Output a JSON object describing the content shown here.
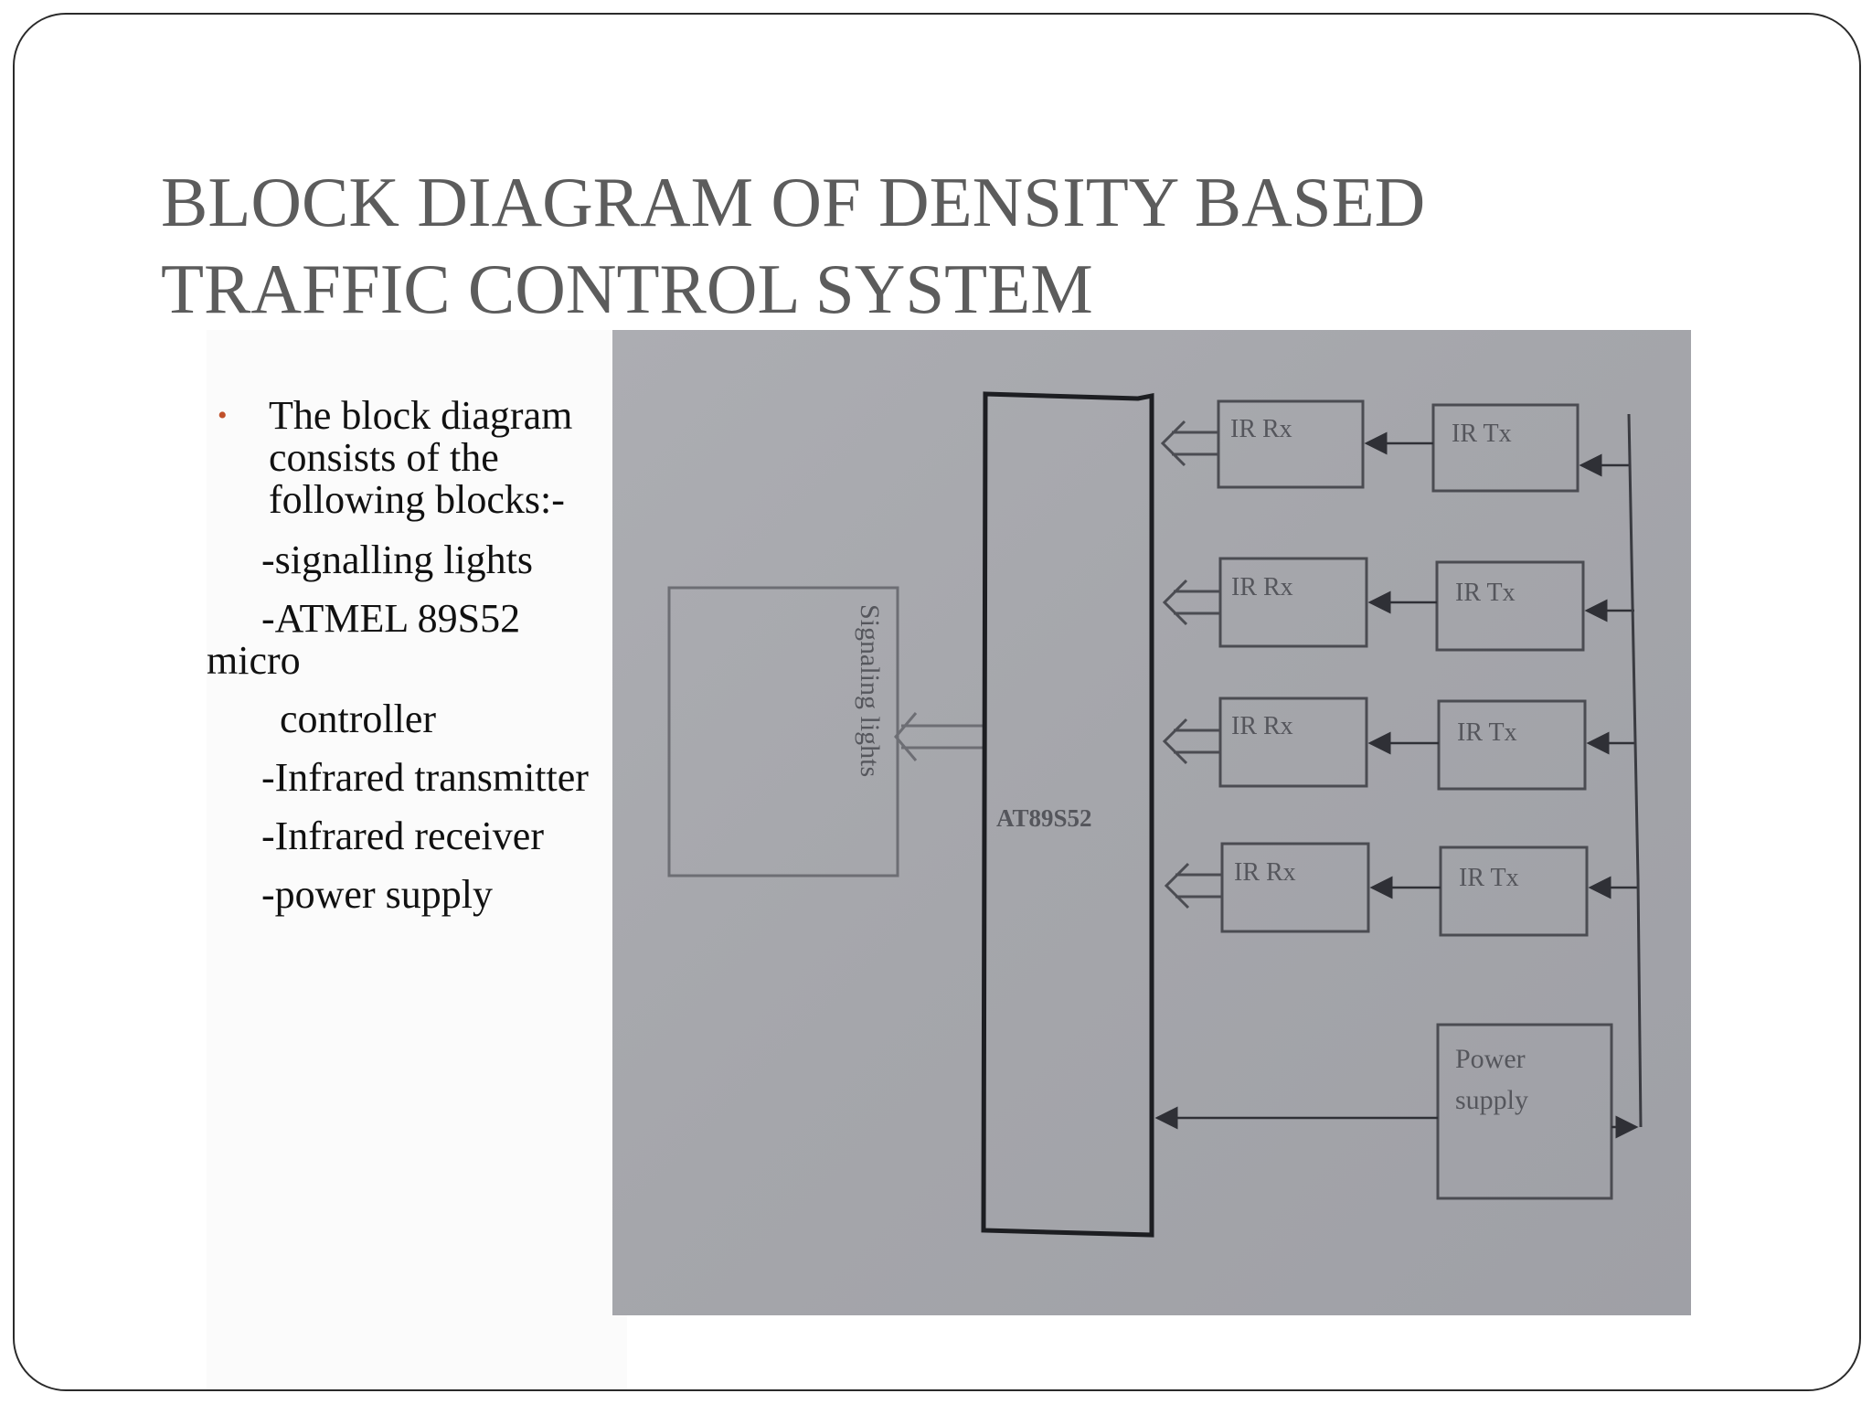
{
  "slide": {
    "title_line1": "BLOCK DIAGRAM OF DENSITY BASED",
    "title_line2": "TRAFFIC CONTROL SYSTEM",
    "bullet_intro": "The block diagram consists of the following blocks:-",
    "items": [
      "-signalling lights",
      "-ATMEL 89S52 micro",
      "controller",
      "-Infrared transmitter",
      "-Infrared receiver",
      "-power supply"
    ]
  },
  "diagram": {
    "microcontroller_label": "AT89S52",
    "signaling_label": "Signaling lights",
    "receiver_label": "IR Rx",
    "transmitter_label": "IR Tx",
    "power_label_line1": "Power",
    "power_label_line2": "supply"
  }
}
